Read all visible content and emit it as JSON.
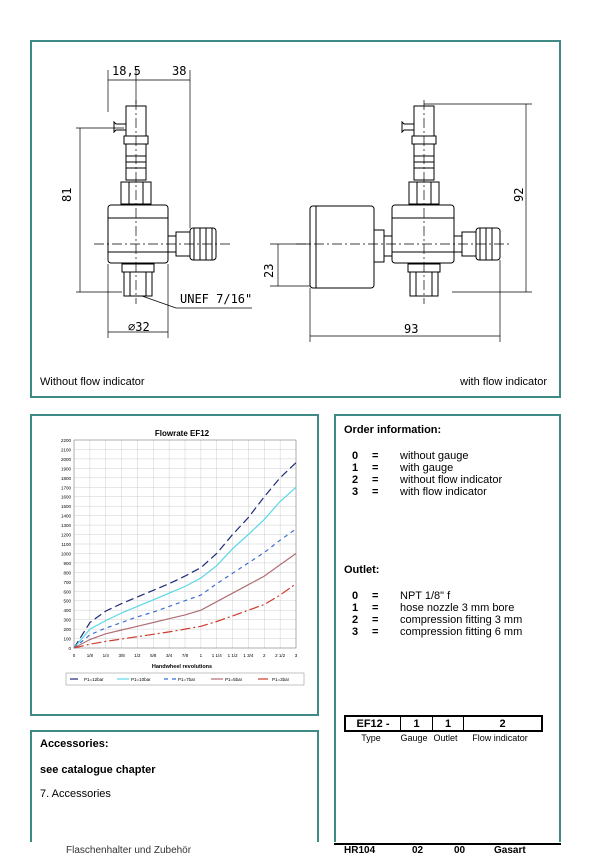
{
  "drawing": {
    "dims": {
      "d18_5": "18,5",
      "d38": "38",
      "d81": "81",
      "d92": "92",
      "d23": "23",
      "d93": "93",
      "dia32": "32",
      "thread": "UNEF 7/16\""
    },
    "caption_left": "Without flow indicator",
    "caption_right": "with flow indicator"
  },
  "chart_data": {
    "type": "line",
    "title": "Flowrate EF12",
    "xlabel": "Handwheel revolutions",
    "ylabel": "",
    "x": [
      "0",
      "1/8",
      "1/4",
      "3/8",
      "1/2",
      "5/8",
      "3/4",
      "7/8",
      "1",
      "1 1/4",
      "1 1/2",
      "1 3/4",
      "2",
      "2 1/2",
      "3"
    ],
    "ylim": [
      0,
      2200
    ],
    "yticks": [
      0,
      100,
      200,
      300,
      400,
      500,
      600,
      700,
      800,
      900,
      1000,
      1100,
      1200,
      1300,
      1400,
      1500,
      1600,
      1700,
      1800,
      1900,
      2000,
      2100,
      2200
    ],
    "grid": true,
    "legend_position": "bottom",
    "series": [
      {
        "name": "P1=12bar",
        "color": "#1f2a7a",
        "dash": "8 4",
        "values": [
          0,
          270,
          390,
          470,
          540,
          610,
          680,
          760,
          850,
          1000,
          1200,
          1380,
          1600,
          1800,
          1960
        ]
      },
      {
        "name": "P1=10bar",
        "color": "#59d7e6",
        "dash": "",
        "values": [
          0,
          200,
          290,
          370,
          440,
          510,
          580,
          650,
          740,
          870,
          1050,
          1200,
          1360,
          1550,
          1700
        ]
      },
      {
        "name": "P1=7bar",
        "color": "#3b6fd6",
        "dash": "4 4",
        "values": [
          0,
          140,
          210,
          270,
          330,
          380,
          440,
          500,
          560,
          680,
          790,
          900,
          1010,
          1140,
          1260
        ]
      },
      {
        "name": "P1=5bar",
        "color": "#b06f74",
        "dash": "",
        "values": [
          0,
          90,
          150,
          190,
          230,
          270,
          310,
          350,
          400,
          490,
          580,
          670,
          760,
          880,
          1000
        ]
      },
      {
        "name": "P1=3bar",
        "color": "#d13a2b",
        "dash": "10 3 2 3",
        "values": [
          0,
          40,
          70,
          95,
          120,
          145,
          170,
          200,
          230,
          280,
          340,
          400,
          460,
          560,
          680
        ]
      }
    ]
  },
  "order": {
    "title": "Order information:",
    "gauge_items": [
      {
        "n": "0",
        "eq": "=",
        "text": "without gauge"
      },
      {
        "n": "1",
        "eq": "=",
        "text": "with gauge"
      },
      {
        "n": "2",
        "eq": "=",
        "text": "without flow indicator"
      },
      {
        "n": "3",
        "eq": "=",
        "text": "with flow indicator"
      }
    ],
    "outlet_title": "Outlet:",
    "outlet_items": [
      {
        "n": "0",
        "eq": "=",
        "text": "NPT 1/8\" f"
      },
      {
        "n": "1",
        "eq": "=",
        "text": "hose nozzle 3 mm bore"
      },
      {
        "n": "2",
        "eq": "=",
        "text": "compression fitting 3 mm"
      },
      {
        "n": "3",
        "eq": "=",
        "text": "compression fitting 6 mm"
      }
    ],
    "code": {
      "type_val": "EF12 -",
      "gauge_val": "1",
      "outlet_val": "1",
      "flow_val": "2",
      "type_label": "Type",
      "gauge_label": "Gauge",
      "outlet_label": "Outlet",
      "flow_label": "Flow indicator"
    }
  },
  "accessories": {
    "title": "Accessories:",
    "subtitle": "see catalogue chapter",
    "chapter": "7. Accessories",
    "partial": "Flaschenhalter und Zubehör"
  },
  "footer": {
    "doc": "HR104",
    "a": "02",
    "b": "00",
    "c": "Gasart"
  }
}
